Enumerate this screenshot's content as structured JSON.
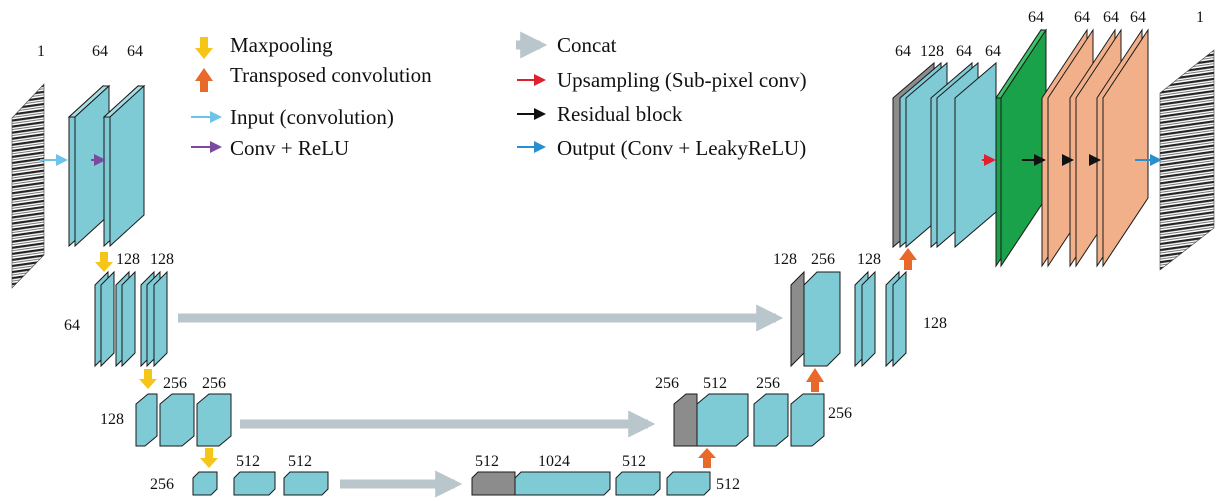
{
  "legend": {
    "maxpooling": "Maxpooling",
    "transposed_convolution": "Transposed convolution",
    "input_convolution": "Input (convolution)",
    "conv_relu": "Conv + ReLU",
    "concat": "Concat",
    "upsampling": "Upsampling (Sub-pixel conv)",
    "residual_block": "Residual block",
    "output": "Output (Conv + LeakyReLU)"
  },
  "labels": {
    "in_1": "1",
    "in_64a": "64",
    "in_64b": "64",
    "e1_128a": "128",
    "e1_128b": "128",
    "e1_64": "64",
    "e2_256a": "256",
    "e2_256b": "256",
    "e2_128": "128",
    "e3_512a": "512",
    "e3_512b": "512",
    "e3_256": "256",
    "b_512": "512",
    "b_1024": "1024",
    "b_512r": "512",
    "b_512side": "512",
    "d3_256": "256",
    "d3_512": "512",
    "d3_256b": "256",
    "d3_256side": "256",
    "d2_128": "128",
    "d2_256": "256",
    "d2_128b": "128",
    "d2_128side": "128",
    "d1_64a": "64",
    "d1_128": "128",
    "d1_64b": "64",
    "d1_64c": "64",
    "r_64a": "64",
    "r_64b": "64",
    "r_64c": "64",
    "r_64d": "64",
    "out_1": "1"
  },
  "colors": {
    "block": "#7ecbd6",
    "block_side": "#4e9fae",
    "concat_gray": "#8c8c8c",
    "residual_green": "#1aa24a",
    "output_orange": "#f2b08a",
    "maxpool_yellow": "#f5c518",
    "transpose_orange": "#e8692a",
    "input_arrow": "#6ec3ea",
    "conv_relu_arrow": "#7b4aa0",
    "upsampling_arrow": "#e0202e",
    "residual_arrow": "#111111",
    "output_arrow": "#2a8fcf",
    "concat_arrow": "#b9c6cc"
  }
}
